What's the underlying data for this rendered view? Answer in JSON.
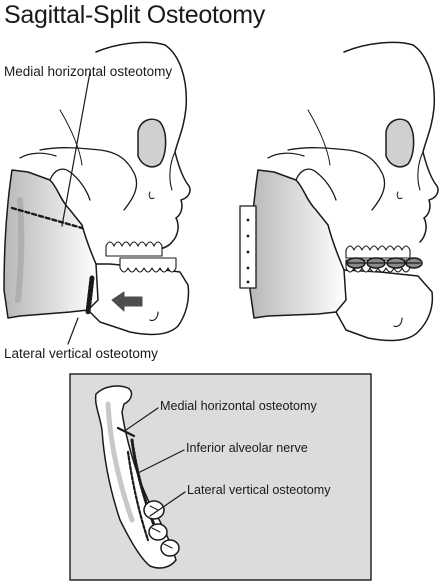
{
  "title": "Sagittal-Split Osteotomy",
  "labels": {
    "medial_horizontal_osteotomy": "Medial horizontal osteotomy",
    "lateral_vertical_osteotomy": "Lateral vertical osteotomy",
    "inferior_alveolar_nerve": "Inferior alveolar nerve"
  },
  "colors": {
    "line": "#1a1a1a",
    "bone_shade": "#c7c7c7",
    "orbit_shade": "#d0d0d0",
    "inset_background": "#dcdcdc",
    "arrow": "#4d4d4d",
    "bracket": "#8a8a8a"
  }
}
